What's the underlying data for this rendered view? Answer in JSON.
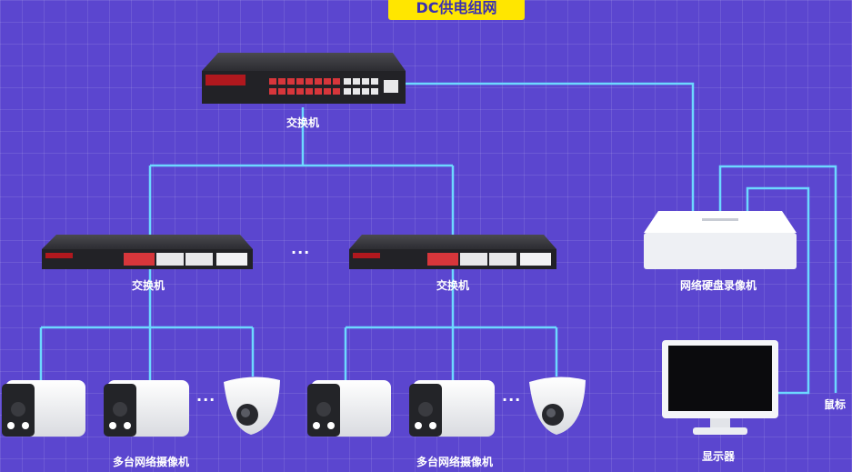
{
  "title": "DC供电组网",
  "nodes": {
    "core_switch": "交换机",
    "left_switch": "交换机",
    "right_switch": "交换机",
    "nvr": "网络硬盘录像机",
    "monitor": "显示器",
    "mouse": "鼠标",
    "left_cameras": "多台网络摄像机",
    "right_cameras": "多台网络摄像机"
  },
  "ellipsis": "···",
  "colors": {
    "background": "#5b46cf",
    "link": "#6dd8ff",
    "title_bg": "#ffe600"
  }
}
